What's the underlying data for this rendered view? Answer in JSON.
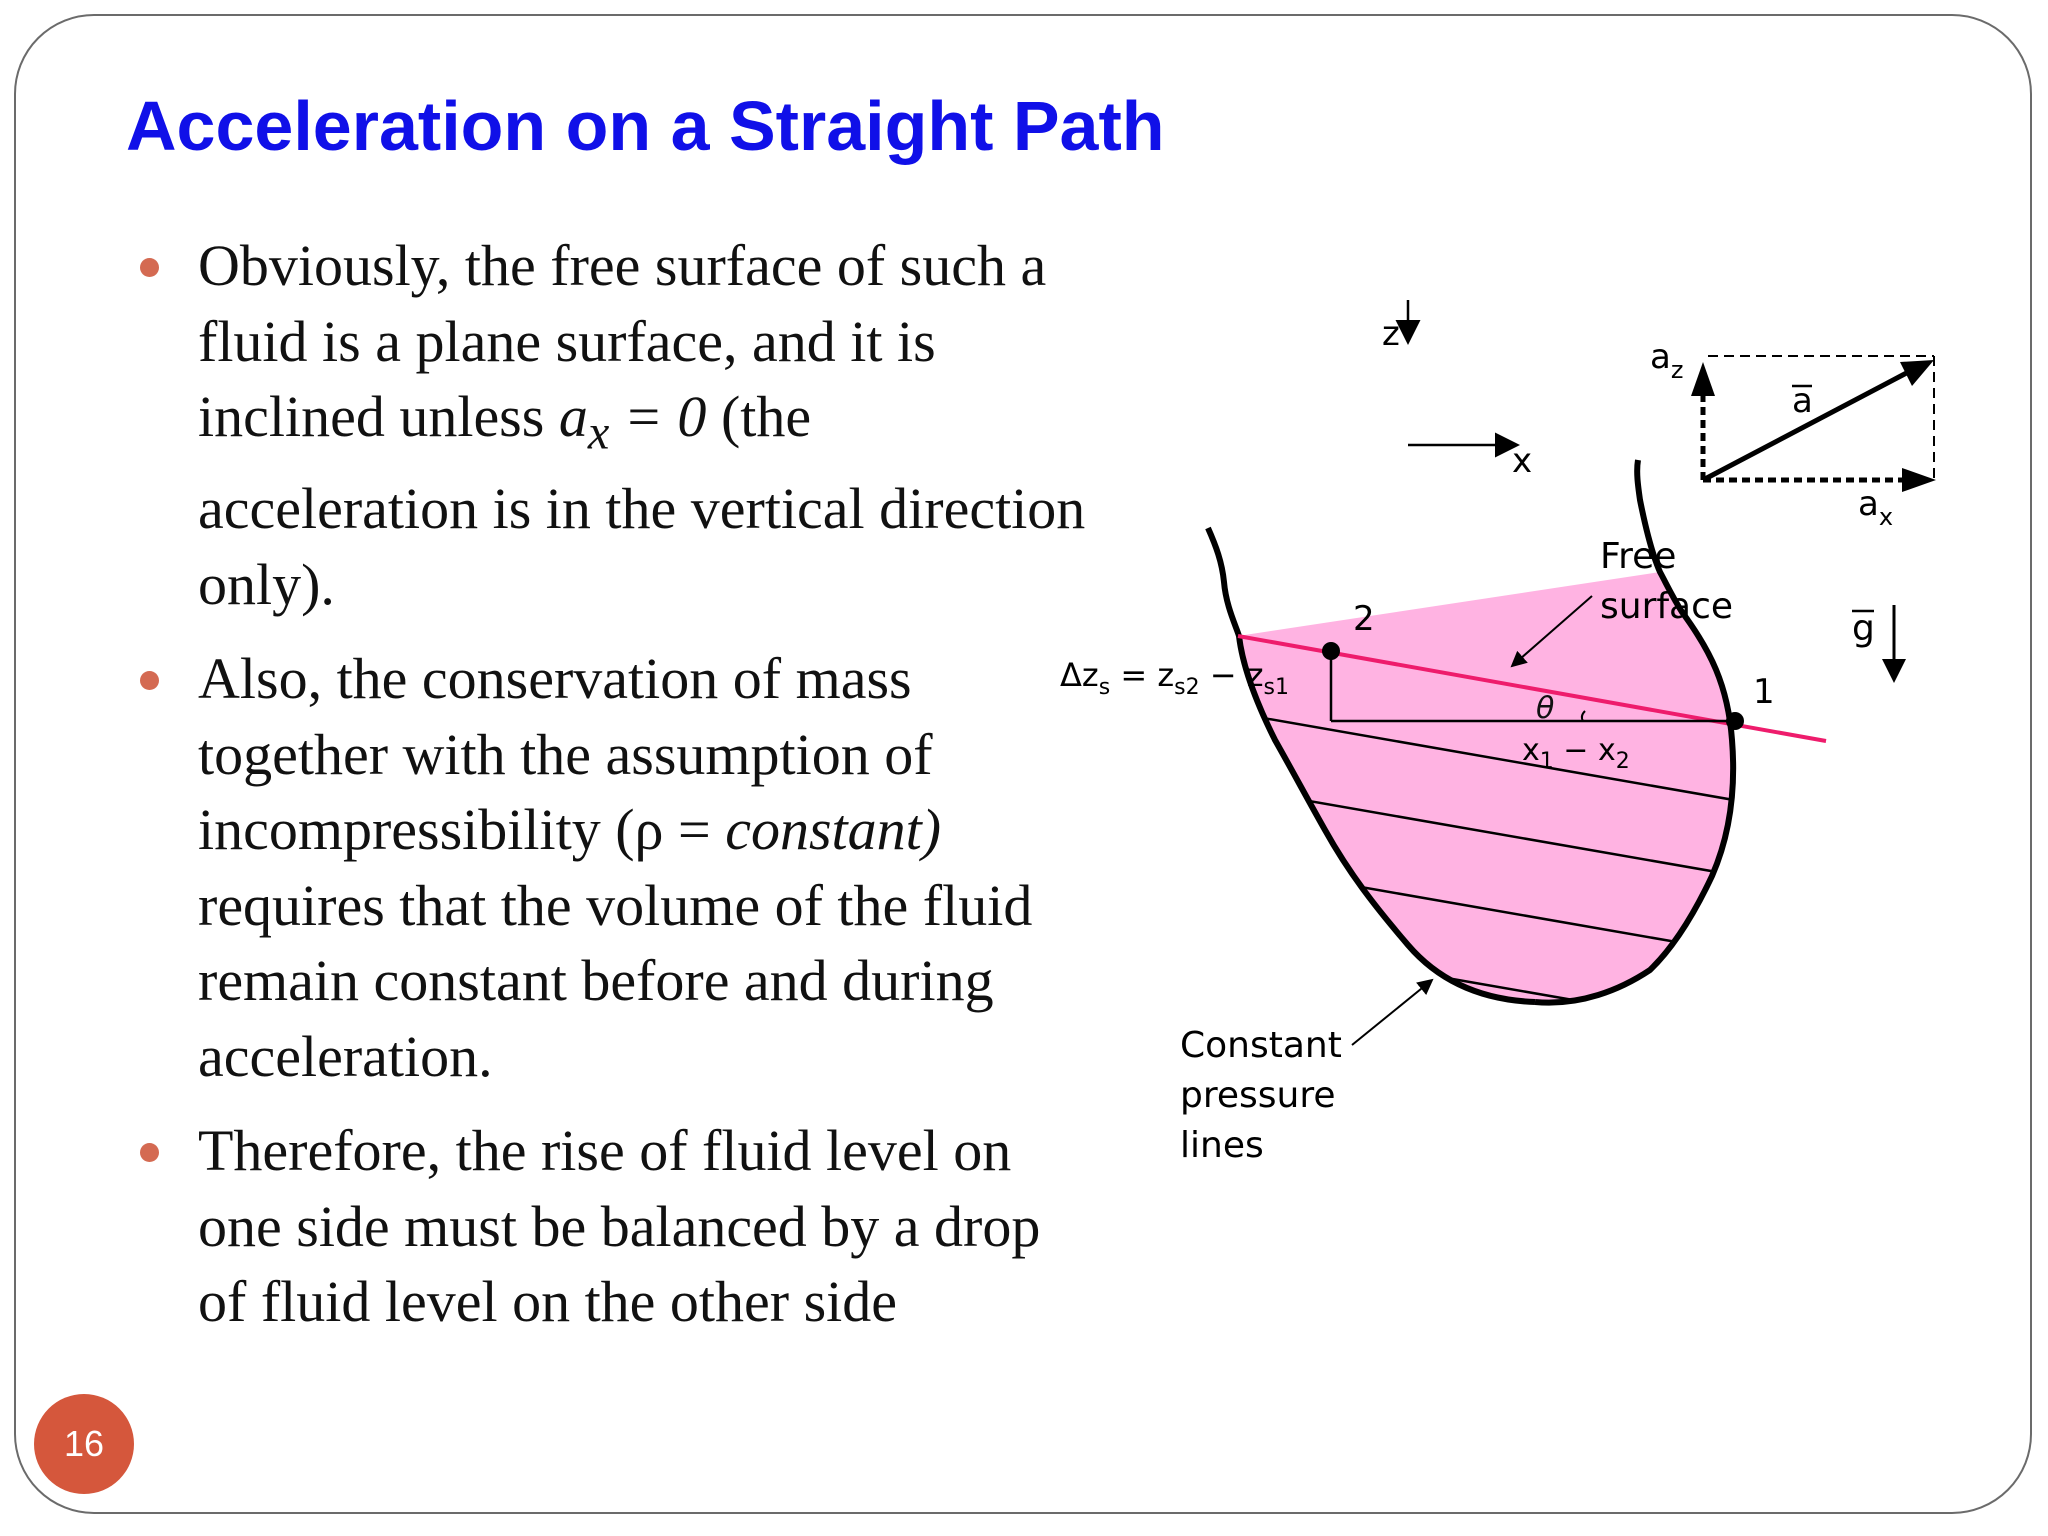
{
  "slide": {
    "title": "Acceleration on a Straight Path",
    "page_number": "16",
    "accent_color": "#d5573c",
    "title_color": "#1010e8"
  },
  "bullets": [
    {
      "text_before": "Obviously, the free surface of such a fluid is a plane surface, and it is inclined unless ",
      "math_var": "a",
      "math_sub": "x",
      "math_rest": " = 0",
      "text_after": " (the acceleration is in the vertical direction only)."
    },
    {
      "text_before": "Also, the conservation of mass together with the assumption of incompressibility (ρ = ",
      "math_italic": "constant)",
      "text_after": " requires that the volume of the fluid remain constant before and during acceleration."
    },
    {
      "text": "Therefore, the rise of fluid level on one side must be balanced by a drop of fluid level on the other side"
    }
  ],
  "diagram": {
    "fill_color": "#ffb3e2",
    "surface_color": "#ee1c6c",
    "axis_z": "z",
    "axis_x": "x",
    "accel_z": "a",
    "accel_z_sub": "z",
    "accel_total": "a",
    "accel_x": "a",
    "accel_x_sub": "x",
    "gravity": "g",
    "free_surface_line1": "Free",
    "free_surface_line2": "surface",
    "point_2": "2",
    "point_1": "1",
    "theta": "θ",
    "delta_z_label": "Δz",
    "delta_z_sub": "s",
    "delta_z_eq": " = z",
    "z_s2_sub": "s2",
    "minus": " − z",
    "z_s1_sub": "s1",
    "x_diff_x": "x",
    "x_diff_sub1": "1",
    "x_diff_minus": " − x",
    "x_diff_sub2": "2",
    "constant_line1": "Constant",
    "constant_line2": "pressure",
    "constant_line3": "lines"
  }
}
